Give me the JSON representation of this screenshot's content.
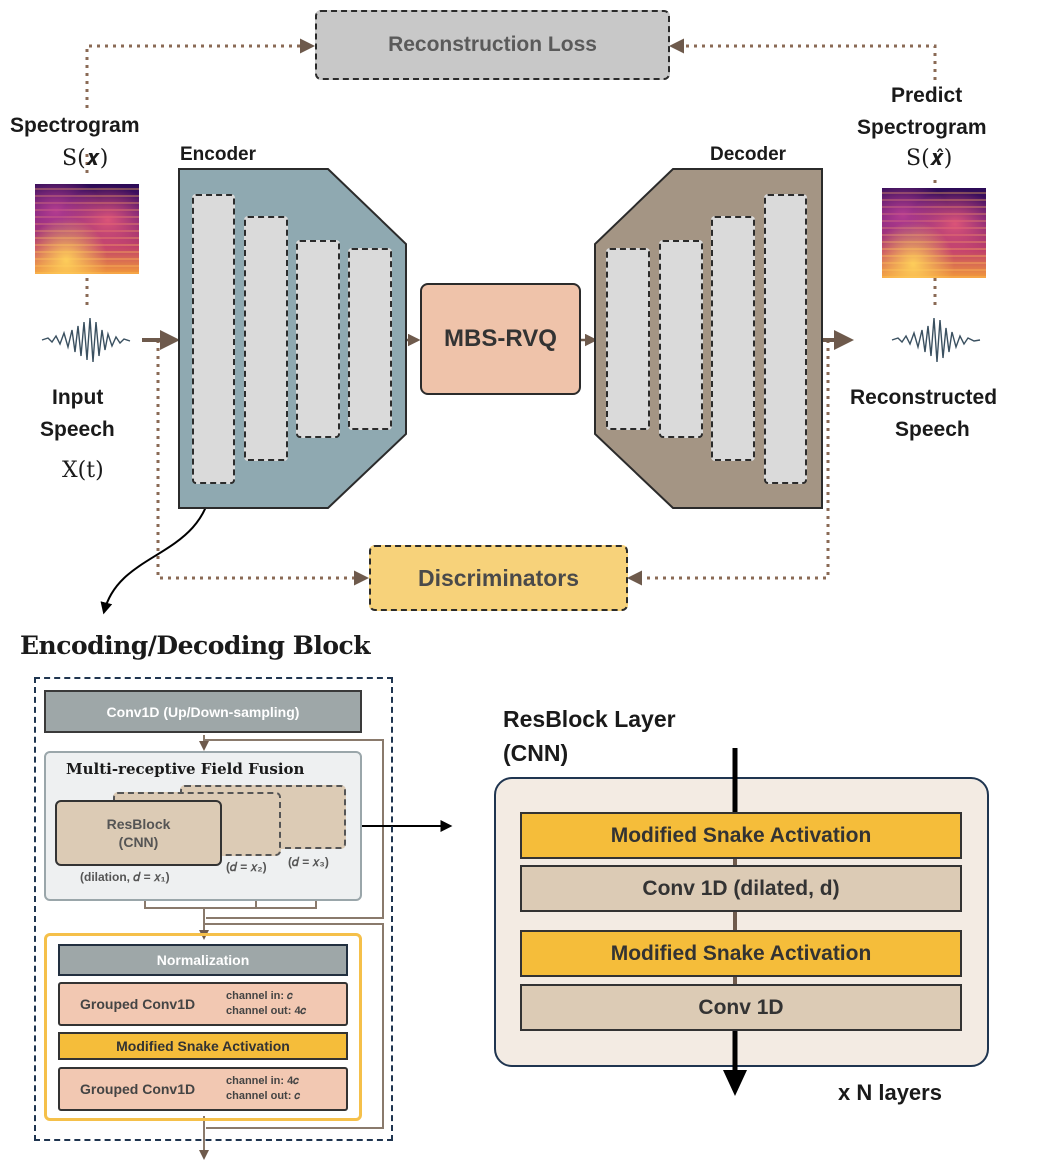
{
  "top": {
    "reconstruction_loss": "Reconstruction Loss",
    "spectrogram_label": "Spectrogram",
    "spectrogram_math": "S(𝒙)",
    "predict_label_1": "Predict",
    "predict_label_2": "Spectrogram",
    "predict_math": "S(𝒙̂)",
    "encoder_label": "Encoder",
    "decoder_label": "Decoder",
    "mbs_rvq": "MBS-RVQ",
    "input_label_1": "Input",
    "input_label_2": "Speech",
    "input_math": "X(t)",
    "recon_label_1": "Reconstructed",
    "recon_label_2": "Speech",
    "discriminators": "Discriminators"
  },
  "block": {
    "title": "Encoding/Decoding Block",
    "conv1d": "Conv1D (Up/Down-sampling)",
    "mrf_title": "Multi-receptive Field Fusion",
    "resblock_1": "ResBlock",
    "resblock_2": "(CNN)",
    "dil_1": "(dilation, 𝑑 = 𝑥₁)",
    "dil_2": "(𝑑 = 𝑥₂)",
    "dil_3": "(𝑑 = 𝑥₃)",
    "normalization": "Normalization",
    "grouped_1": "Grouped Conv1D",
    "grouped_1_in": "channel in: 𝑐",
    "grouped_1_out": "channel out: 4𝑐",
    "snake": "Modified Snake Activation",
    "grouped_2": "Grouped Conv1D",
    "grouped_2_in": "channel in: 4𝑐",
    "grouped_2_out": "channel out: 𝑐"
  },
  "resblock_layer": {
    "title_1": "ResBlock Layer",
    "title_2": "(CNN)",
    "snake_1": "Modified Snake Activation",
    "conv_dilated": "Conv 1D (dilated, d)",
    "snake_2": "Modified Snake Activation",
    "conv": "Conv 1D",
    "repeat": "x N layers"
  },
  "colors": {
    "encoder": "#8fa9b1",
    "decoder": "#a49584",
    "mbs_rvq": "#efc3aa",
    "discriminators": "#f7d27a",
    "loss": "#c8c8c8",
    "snake": "#f5bd3a",
    "conv": "#dccbb5",
    "grey_bar": "#9ea7a8",
    "salmon": "#f2c8b2",
    "arrow_brown": "#6e5a4c"
  }
}
